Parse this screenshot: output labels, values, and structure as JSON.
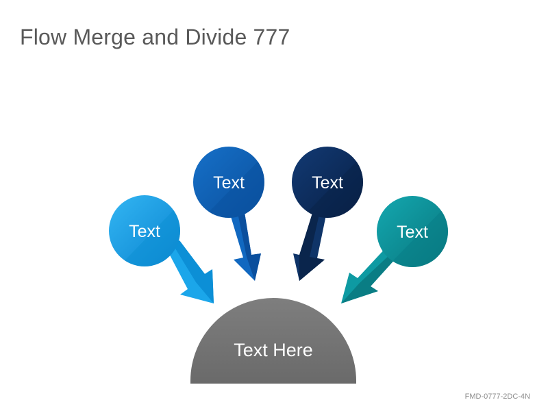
{
  "title": "Flow Merge and Divide 777",
  "footer_code": "FMD-0777-2DC-4N",
  "nodes": [
    {
      "label": "Text",
      "color": "#1aa5ea",
      "shade": "#0d8fd3"
    },
    {
      "label": "Text",
      "color": "#0f64bb",
      "shade": "#0b52a0"
    },
    {
      "label": "Text",
      "color": "#0e2f60",
      "shade": "#0a2349"
    },
    {
      "label": "Text",
      "color": "#0d98a0",
      "shade": "#0a7e86"
    }
  ],
  "hub": {
    "label": "Text Here",
    "color": "#7a7a7a"
  }
}
